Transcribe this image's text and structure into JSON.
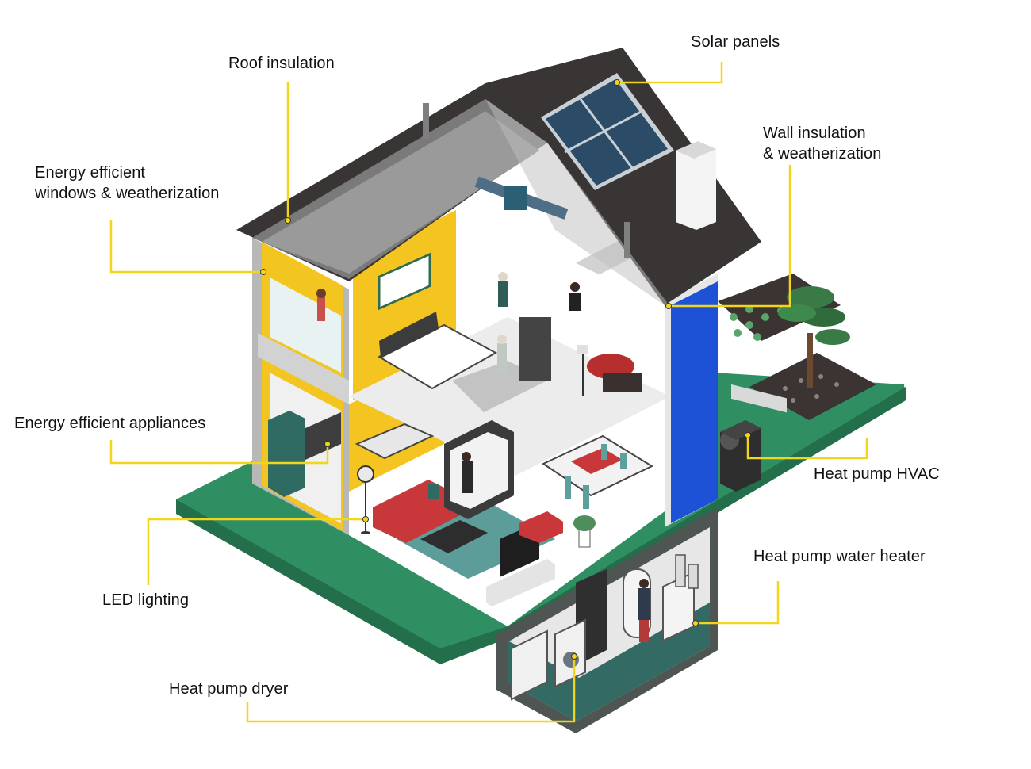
{
  "colors": {
    "callout": "#f2d61a",
    "lawn": "#2f8f63",
    "roof": "#3a3535",
    "yellow_wall": "#f4c521",
    "blue_wall": "#1d52d6",
    "solar": "#2b4b66",
    "basement": "#4e5553",
    "sofa": "#c8383a"
  },
  "labels": {
    "roof_insulation": "Roof insulation",
    "solar_panels": "Solar panels",
    "windows_line1": "Energy efficient",
    "windows_line2": "windows & weatherization",
    "wall_line1": "Wall insulation",
    "wall_line2": "& weatherization",
    "appliances": "Energy efficient appliances",
    "hvac": "Heat pump HVAC",
    "led": "LED lighting",
    "water_heater": "Heat pump water heater",
    "dryer": "Heat pump dryer"
  },
  "icons": [
    "house-illustration",
    "solar-panel-icon",
    "tree-icon",
    "heat-pump-unit-icon",
    "water-heater-icon",
    "washer-dryer-icon",
    "floor-lamp-icon"
  ]
}
